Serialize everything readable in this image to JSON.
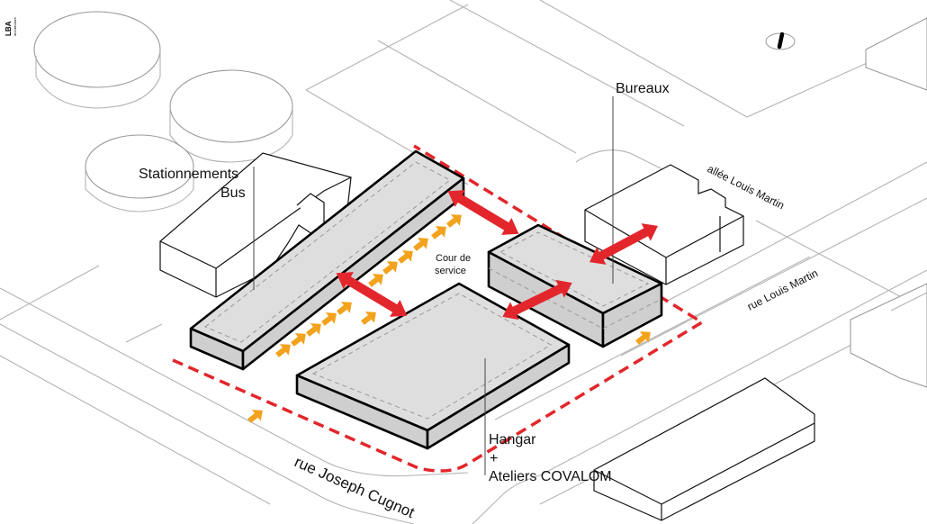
{
  "logo": {
    "mark": "LBA",
    "sub": "architecture"
  },
  "labels": {
    "parking_line1": "Stationnements",
    "parking_line2": "Bus",
    "offices": "Bureaux",
    "service_yard_line1": "Cour de",
    "service_yard_line2": "service",
    "hangar_line1": "Hangar",
    "hangar_line2": "+",
    "hangar_line3": "Ateliers COVALOM"
  },
  "streets": {
    "allee": "allée Louis Martin",
    "rue_martin": "rue Louis Martin",
    "rue_cugnot": "rue Joseph Cugnot"
  },
  "colors": {
    "circulation_arrow": "#e3262b",
    "access_arrow": "#f2a21c",
    "site_boundary": "#e3262b",
    "building_fill": "#dedede",
    "context_line": "#b3b3b3"
  },
  "icons": {
    "north": "north-arrow-icon"
  }
}
